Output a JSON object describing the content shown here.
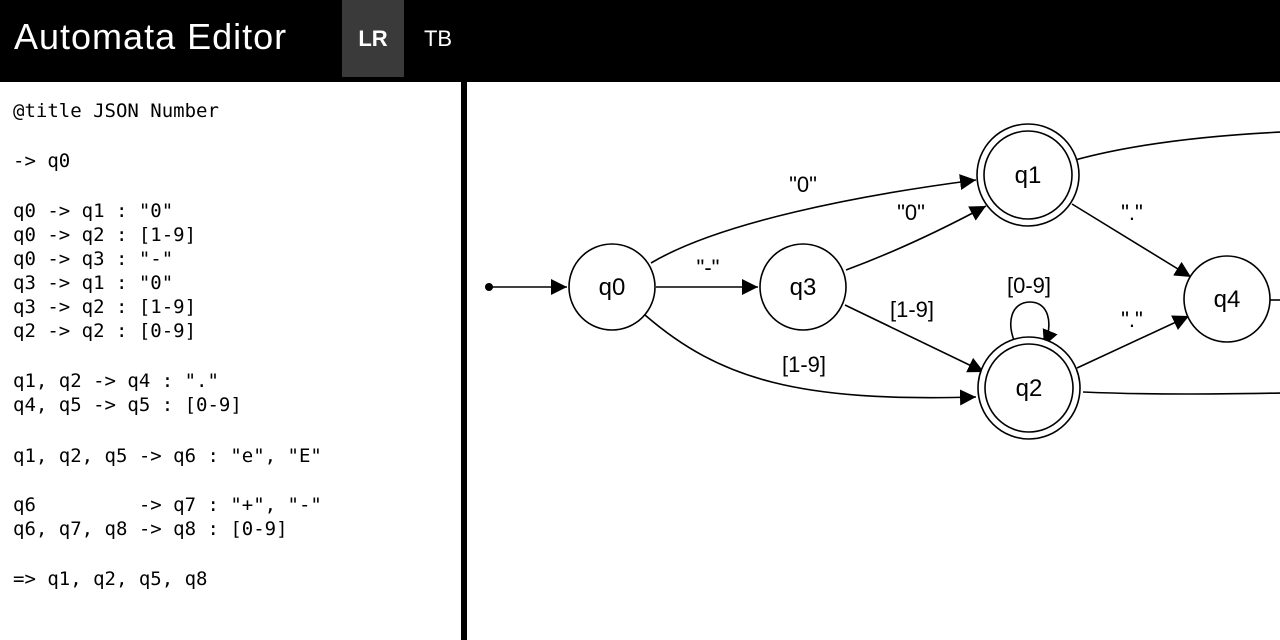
{
  "header": {
    "title": "Automata Editor",
    "tabs": [
      {
        "label": "LR",
        "active": true
      },
      {
        "label": "TB",
        "active": false
      }
    ],
    "background": "#000000",
    "active_tab_color": "#3a3a3a"
  },
  "editor": {
    "lines": [
      "@title JSON Number",
      "-> q0",
      "q0 -> q1 : \"0\"",
      "q0 -> q2 : [1-9]",
      "q0 -> q3 : \"-\"",
      "q3 -> q1 : \"0\"",
      "q3 -> q2 : [1-9]",
      "q2 -> q2 : [0-9]",
      "q1, q2 -> q4 : \".\"",
      "q4, q5 -> q5 : [0-9]",
      "q1, q2, q5 -> q6 : \"e\", \"E\"",
      "q6         -> q7 : \"+\", \"-\"",
      "q6, q7, q8 -> q8 : [0-9]",
      "=> q1, q2, q5, q8"
    ]
  },
  "diagram": {
    "states": [
      {
        "id": "q0",
        "label": "q0",
        "accepting": false
      },
      {
        "id": "q3",
        "label": "q3",
        "accepting": false
      },
      {
        "id": "q1",
        "label": "q1",
        "accepting": true
      },
      {
        "id": "q2",
        "label": "q2",
        "accepting": true
      },
      {
        "id": "q4",
        "label": "q4",
        "accepting": false
      }
    ],
    "edge_labels": {
      "q0_q1": "\"0\"",
      "q0_q3": "\"-\"",
      "q3_q1": "\"0\"",
      "q3_q2": "[1-9]",
      "q0_q2": "[1-9]",
      "q2_q2": "[0-9]",
      "q1_q4": "\".\"",
      "q2_q4": "\".\""
    }
  }
}
